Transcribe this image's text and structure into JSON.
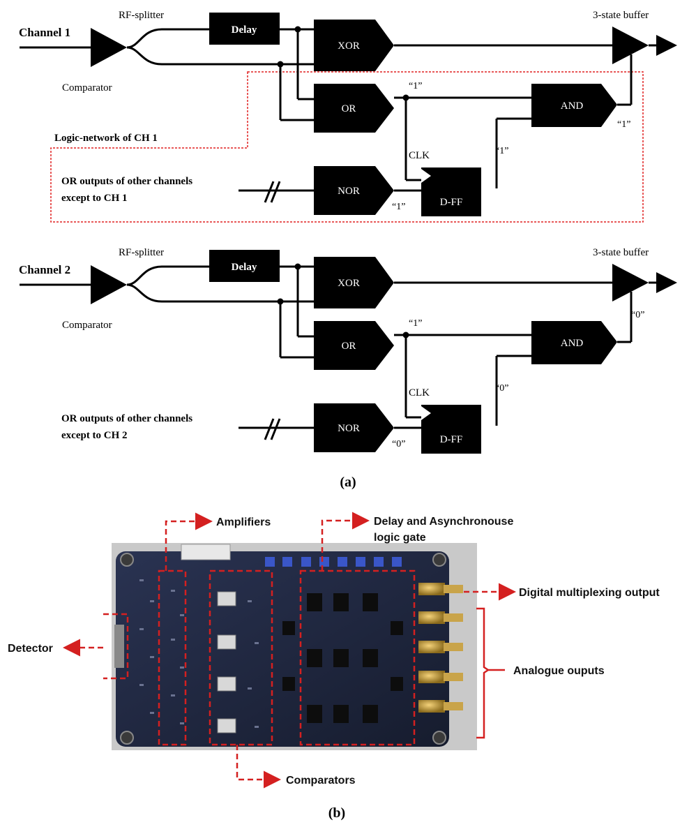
{
  "part_a": {
    "caption": "(a)",
    "logic_network_label": "Logic-network of CH 1",
    "channels": [
      {
        "channel_label": "Channel 1",
        "rf_splitter": "RF-splitter",
        "comparator": "Comparator",
        "delay": "Delay",
        "xor": "XOR",
        "or": "OR",
        "and": "AND",
        "nor": "NOR",
        "dff": "D-FF",
        "clk": "CLK",
        "buffer": "3-state buffer",
        "other_line1": "OR outputs of other channels",
        "other_line2": "except to CH 1",
        "or_out": "“1”",
        "nor_out": "“1”",
        "dff_out": "“1”",
        "and_out": "“1”"
      },
      {
        "channel_label": "Channel 2",
        "rf_splitter": "RF-splitter",
        "comparator": "Comparator",
        "delay": "Delay",
        "xor": "XOR",
        "or": "OR",
        "and": "AND",
        "nor": "NOR",
        "dff": "D-FF",
        "clk": "CLK",
        "buffer": "3-state buffer",
        "other_line1": "OR outputs of other channels",
        "other_line2": "except to CH 2",
        "or_out": "“1”",
        "nor_out": "“0”",
        "dff_out": "“0”",
        "and_out": "“0”"
      }
    ]
  },
  "part_b": {
    "caption": "(b)",
    "labels": {
      "amplifiers": "Amplifiers",
      "delay_logic_line1": "Delay and Asynchronouse",
      "delay_logic_line2": "logic gate",
      "digital_output": "Digital multiplexing output",
      "detector": "Detector",
      "analogue_outputs": "Analogue ouputs",
      "comparators": "Comparators"
    },
    "colors": {
      "annotation": "#d42020",
      "board": "#1f2740"
    }
  }
}
